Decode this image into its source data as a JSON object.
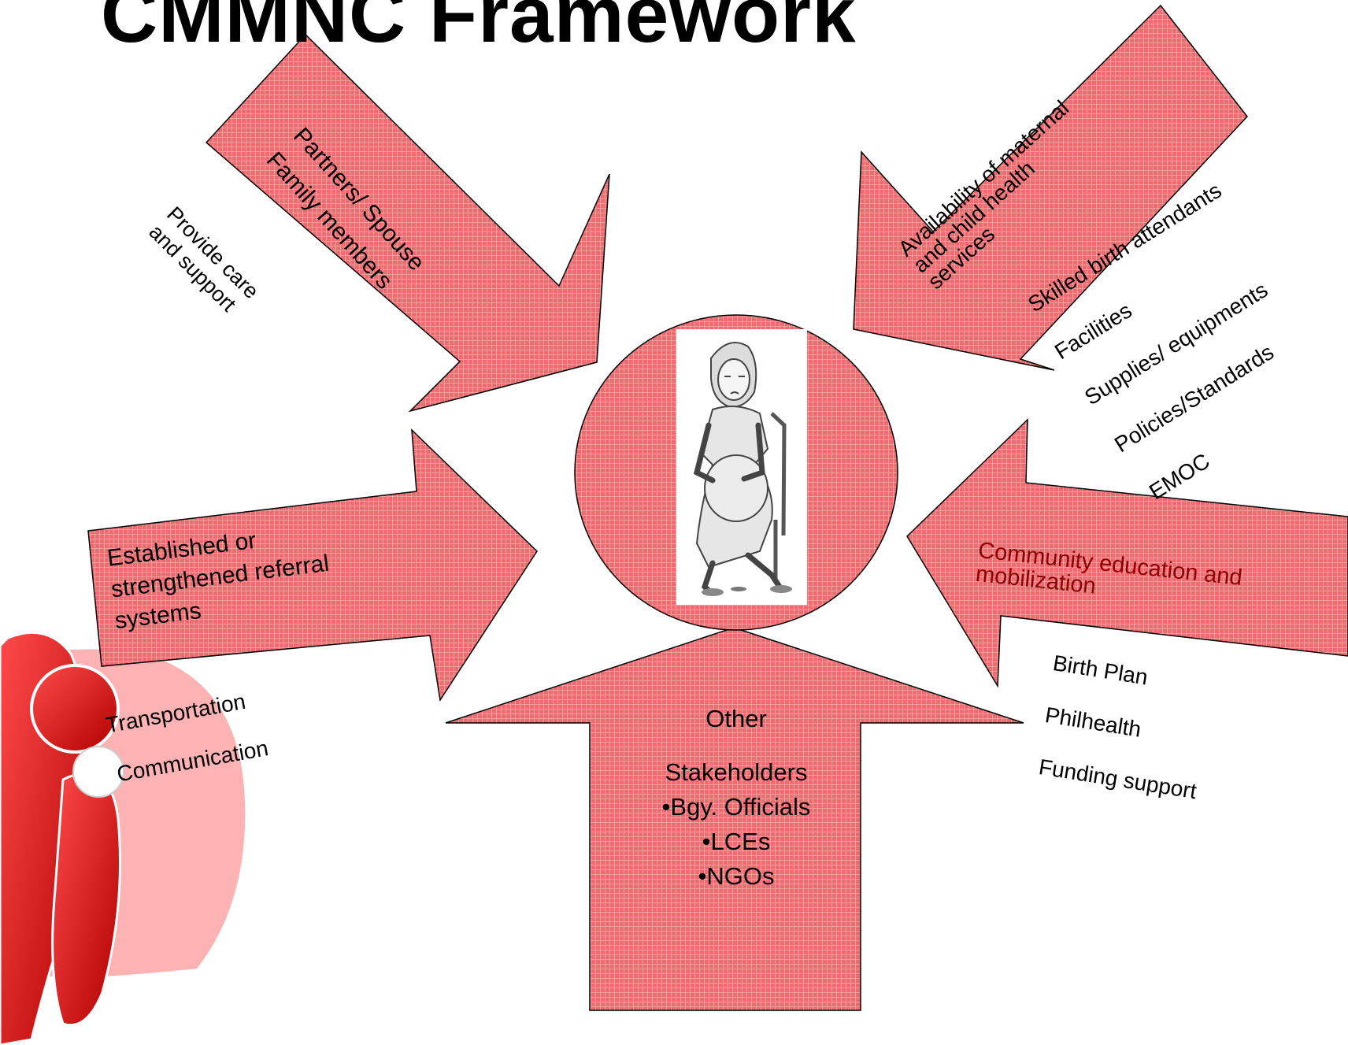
{
  "title": "CMMNC Framework",
  "colors": {
    "arrow_fill": "#ee6b70",
    "arrow_stroke": "#000000",
    "logo_red": "#dd1111",
    "logo_pink": "#fdb2b4",
    "community_text": "#8b0000"
  },
  "partners": {
    "title_lines": [
      "Partners/ Spouse",
      "Family members"
    ],
    "role_lines": [
      "Provide care",
      "and support"
    ]
  },
  "services": {
    "title_lines": [
      "Availability of maternal",
      "and child health",
      "services"
    ],
    "items": [
      "Skilled birth attendants",
      "Facilities",
      "Supplies/ equipments",
      "Policies/Standards",
      "EMOC"
    ]
  },
  "referral": {
    "title_lines": [
      "Established or",
      "strengthened referral",
      "systems"
    ],
    "items": [
      "Transportation",
      "Communication"
    ]
  },
  "community": {
    "title_lines": [
      "Community education and",
      "mobilization"
    ],
    "items": [
      "Birth Plan",
      "Philhealth",
      "Funding support"
    ]
  },
  "stakeholders": {
    "lines": [
      "Other",
      "Stakeholders",
      "•Bgy. Officials",
      "•LCEs",
      "•NGOs"
    ]
  },
  "center": {
    "figure_icon": "pregnant-woman-illustration"
  },
  "logo": {
    "icon": "family-logo-icon"
  }
}
